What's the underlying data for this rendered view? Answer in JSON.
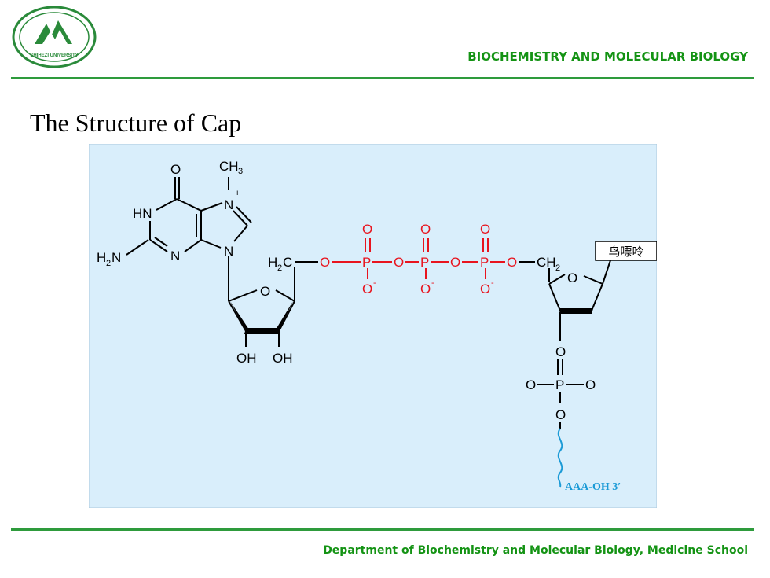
{
  "header": {
    "title": "BIOCHEMISTRY  AND MOLECULAR BIOLOGY",
    "logo_text": "SHIHEZI UNIVERSITY"
  },
  "slide": {
    "title": "The Structure of  Cap"
  },
  "diagram": {
    "background": "#d9eefb",
    "labels": {
      "o_carbonyl": "O",
      "ch3": "CH",
      "ch3_sub": "3",
      "hn": "HN",
      "n_plus": "N",
      "plus": "+",
      "h2n": "H",
      "h2n_sub": "2",
      "h2n_n": "N",
      "n3": "N",
      "n9": "N",
      "ring_o_left": "O",
      "oh1": "OH",
      "oh2": "OH",
      "h2c": "H",
      "h2c_sub": "2",
      "h2c_c": "C",
      "o_link1": "O",
      "p1": "P",
      "o_link2": "O",
      "p2": "P",
      "o_link3": "O",
      "p3": "P",
      "o_link4": "O",
      "ch2": "CH",
      "ch2_sub": "2",
      "o_top1": "O",
      "o_top2": "O",
      "o_top3": "O",
      "o_bot1": "O",
      "o_bot2": "O",
      "o_bot3": "O",
      "minus": "-",
      "guanine_box": "鸟嘌呤",
      "ring_o_right": "O",
      "o3": "O",
      "o_left": "O",
      "p4": "P",
      "o_right": "O",
      "o5": "O",
      "tail": "AAA-OH 3′"
    },
    "colors": {
      "phosphate": "#e8141e",
      "tail": "#1a9ad6"
    }
  },
  "footer": {
    "text": "Department  of Biochemistry and Molecular Biology, Medicine School"
  },
  "colors": {
    "accent": "#149314",
    "rule": "#2e9b3c"
  }
}
